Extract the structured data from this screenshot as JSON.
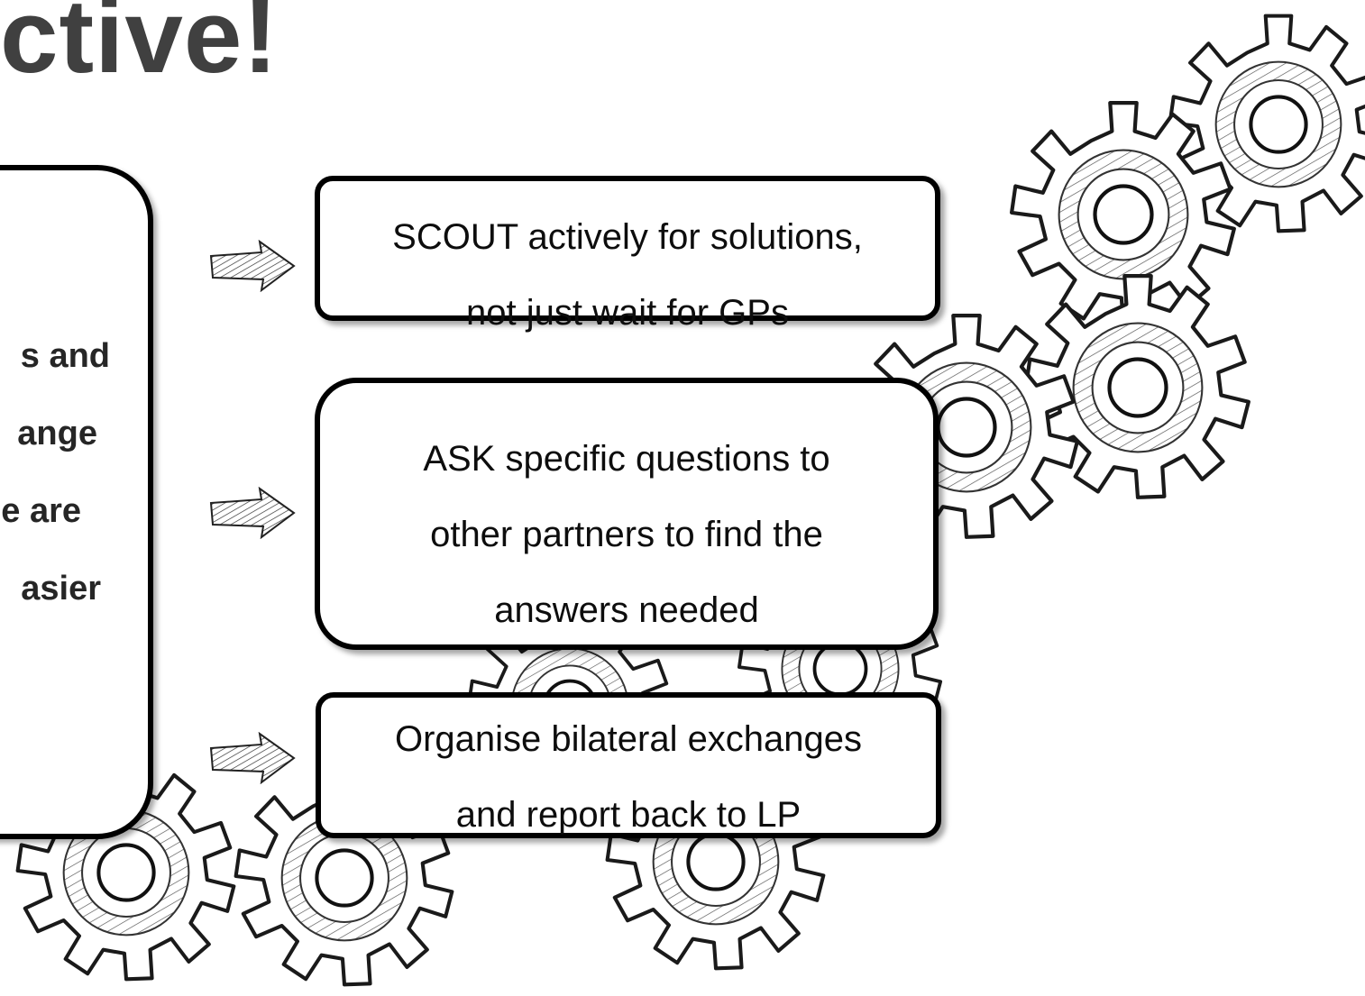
{
  "title": "ctive!",
  "left_panel": {
    "lines": [
      "s and",
      "ange",
      "e are",
      "asier"
    ]
  },
  "actions": [
    {
      "lines": [
        "SCOUT actively for solutions,",
        "not just wait for GPs"
      ]
    },
    {
      "lines": [
        "ASK specific questions to",
        "other partners to find the",
        "answers needed"
      ]
    },
    {
      "lines": [
        "Organise bilateral exchanges",
        "and report back to LP"
      ]
    }
  ],
  "icons": {
    "decoration": "gear-icon",
    "pointer": "hatched-arrow-icon"
  }
}
